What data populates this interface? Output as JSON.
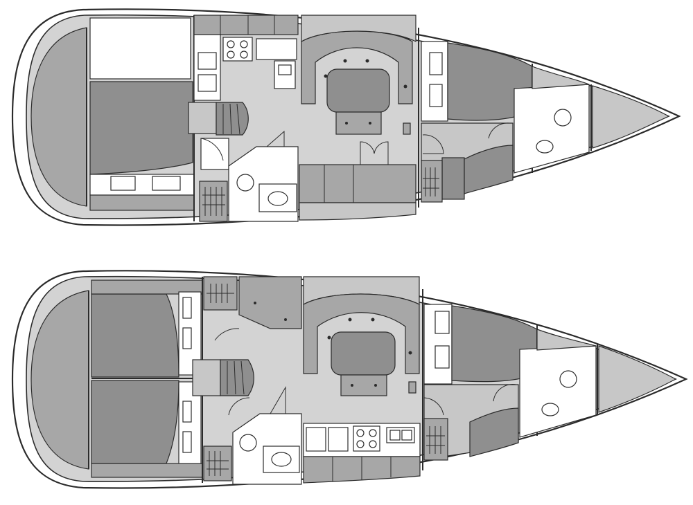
{
  "figure": {
    "layouts": [
      {
        "id": "upper",
        "cabins": 3,
        "heads": 2,
        "galley": "aft-amidships"
      },
      {
        "id": "lower",
        "cabins": 4,
        "heads": 2,
        "galley": "amidships-to-port"
      }
    ]
  },
  "colors": {
    "hull_outline": "#2b2b2b",
    "floor": "#d3d3d3",
    "berth": "#8f8f8f",
    "seating": "#a7a7a7",
    "fixtures": "#ffffff"
  }
}
